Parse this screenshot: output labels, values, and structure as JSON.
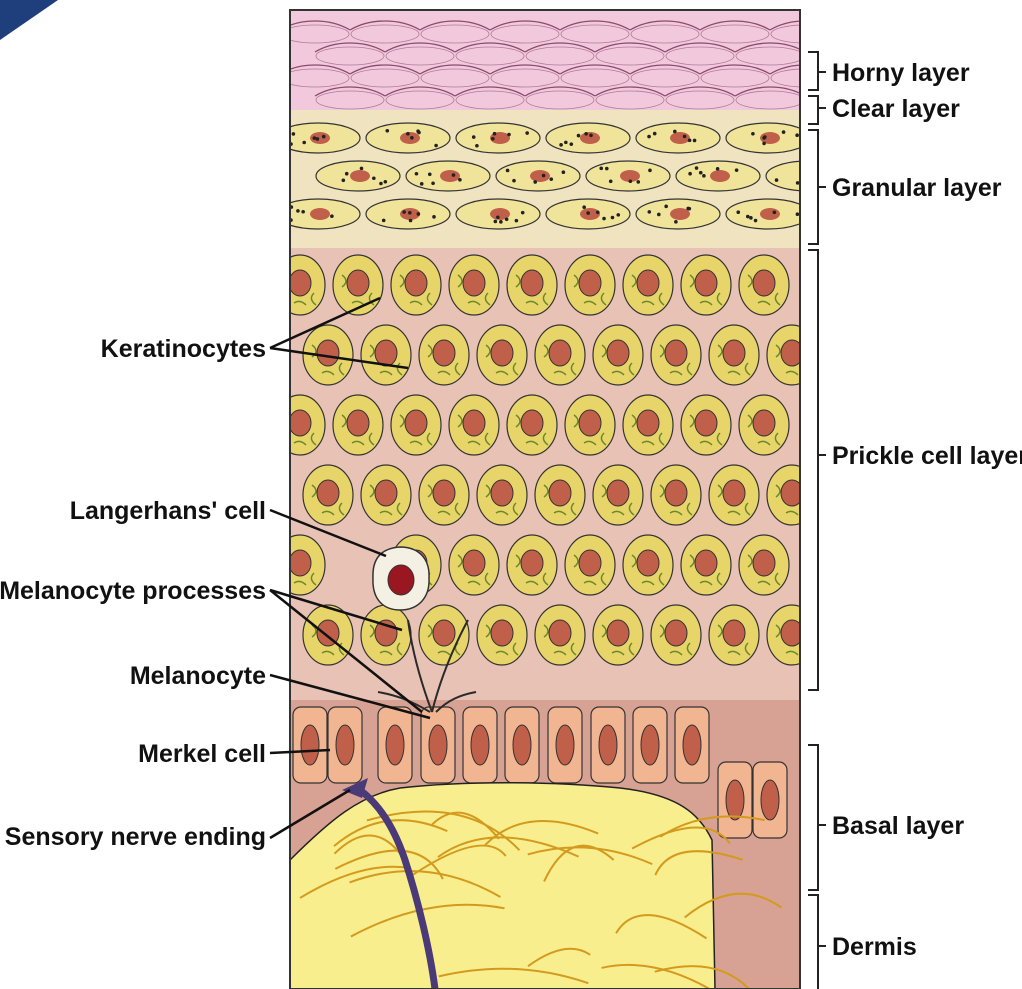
{
  "diagram": {
    "labels_left": {
      "keratinocytes": "Keratinocytes",
      "langerhans": "Langerhans' cell",
      "melanocyte_processes": "Melanocyte processes",
      "melanocyte": "Melanocyte",
      "merkel": "Merkel cell",
      "sensory_nerve": "Sensory nerve ending"
    },
    "labels_right": {
      "horny": "Horny layer",
      "clear": "Clear layer",
      "granular": "Granular layer",
      "prickle": "Prickle cell layer",
      "basal": "Basal layer",
      "dermis": "Dermis"
    }
  },
  "colors": {
    "horny": "#f2c8dc",
    "granular_bg": "#efe3c0",
    "prickle_bg": "#e9c2b6",
    "keratinocyte": "#e8d56a",
    "nucleus": "#c0604a",
    "basal_cell": "#f1b592",
    "dermis": "#f8ee8e",
    "dermis_fiber": "#d49a1e",
    "nerve": "#4a3a78",
    "corner": "#1e3f7c"
  }
}
